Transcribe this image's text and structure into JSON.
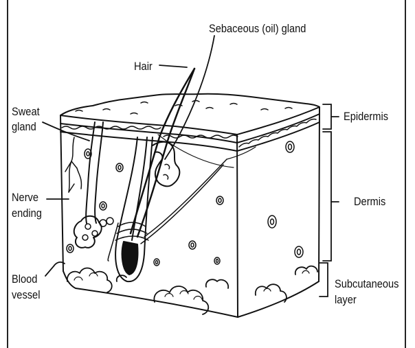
{
  "labels": {
    "sebaceous": "Sebaceous (oil) gland",
    "hair": "Hair",
    "sweat_line1": "Sweat",
    "sweat_line2": "gland",
    "nerve_line1": "Nerve",
    "nerve_line2": "ending",
    "blood_line1": "Blood",
    "blood_line2": "vessel",
    "epidermis": "Epidermis",
    "dermis": "Dermis",
    "subcut_line1": "Subcutaneous",
    "subcut_line2": "layer"
  }
}
